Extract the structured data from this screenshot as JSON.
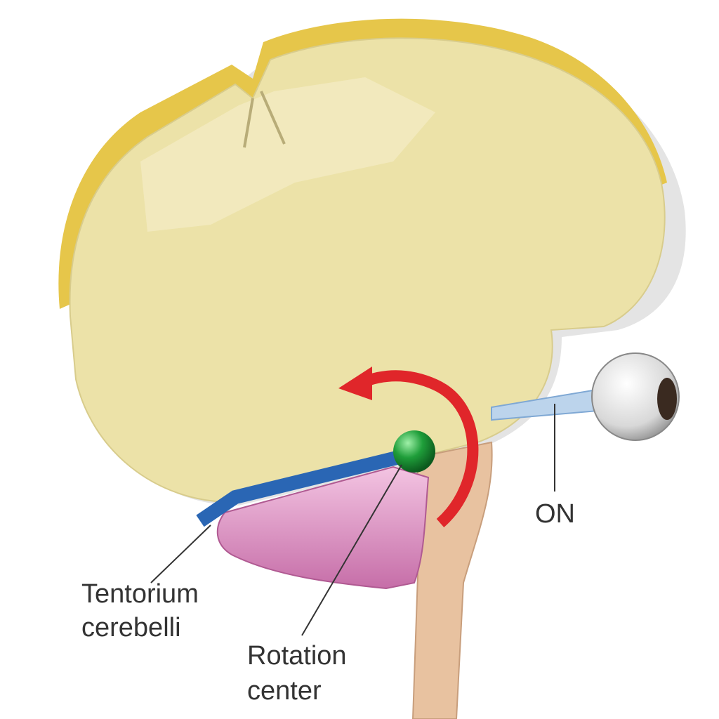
{
  "labels": {
    "tentorium_line1": "Tentorium",
    "tentorium_line2": "cerebelli",
    "rotation_line1": "Rotation",
    "rotation_line2": "center",
    "optic_nerve": "ON"
  },
  "colors": {
    "cerebrum": "#ece2a8",
    "cerebrum_rim": "#e6c64a",
    "cerebellum": "#dc8ec0",
    "brainstem": "#e8c2a0",
    "tentorium": "#2a66b4",
    "rotation_center": "#1f9e3a",
    "arrow": "#e0262a"
  }
}
